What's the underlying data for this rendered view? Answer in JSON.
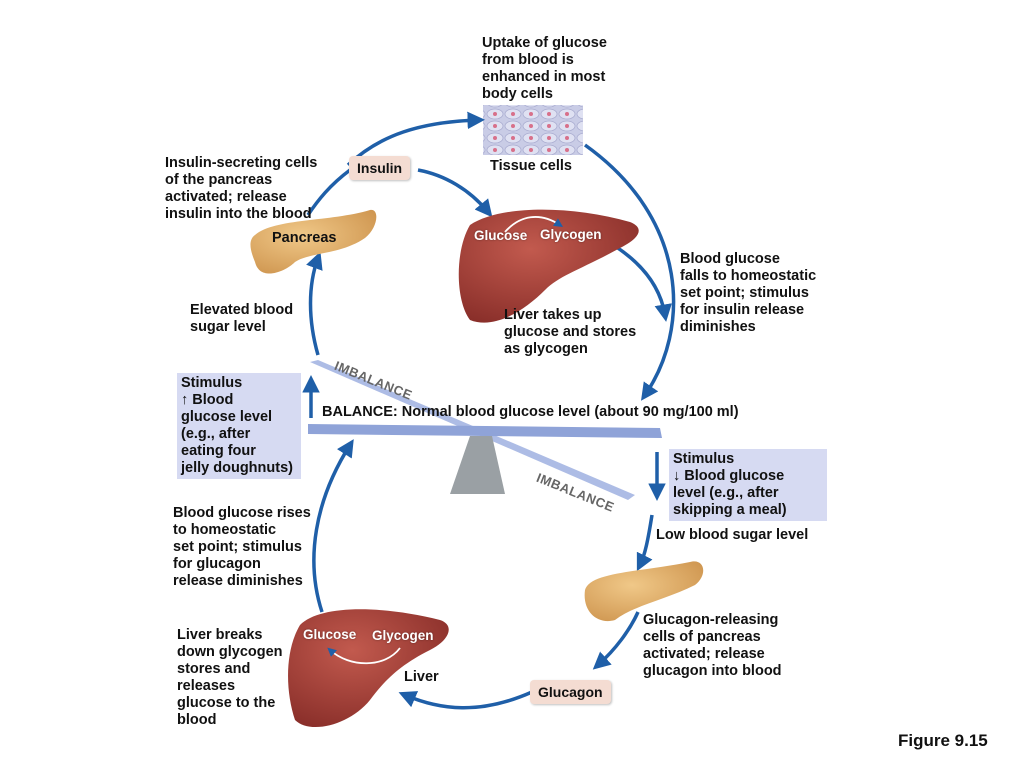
{
  "figure_label": "Figure 9.15",
  "colors": {
    "arrow": "#1f5fa8",
    "liver": "#a8413a",
    "pancreas": "#e2b06a",
    "balance_beam": "#8fa3d8",
    "fulcrum": "#9aa0a4",
    "stimulus_box": "#d6daf2",
    "hormone_tag": "#f4dcd2"
  },
  "top_loop": {
    "tissue_caption": "Uptake of glucose\nfrom blood is\nenhanced in most\nbody cells",
    "tissue_label": "Tissue cells",
    "insulin_secretion": "Insulin-secreting cells\nof the pancreas\nactivated; release\ninsulin into the blood",
    "hormone": "Insulin",
    "pancreas_label": "Pancreas",
    "liver_glucose": "Glucose",
    "liver_glycogen": "Glycogen",
    "liver_caption": "Liver takes up\nglucose and stores\nas glycogen",
    "feedback": "Blood glucose\nfalls to homeostatic\nset point; stimulus\nfor insulin release\ndiminishes",
    "elevated": "Elevated blood\nsugar level",
    "stimulus": "Stimulus\n↑ Blood\nglucose level\n(e.g., after\neating four\njelly doughnuts)"
  },
  "balance": {
    "label": "BALANCE: Normal blood glucose level (about 90 mg/100 ml)",
    "imbalance_top": "IMBALANCE",
    "imbalance_bottom": "IMBALANCE"
  },
  "bottom_loop": {
    "stimulus": "Stimulus\n↓ Blood glucose\nlevel (e.g., after\nskipping a meal)",
    "low": "Low blood sugar level",
    "glucagon_release": "Glucagon-releasing\ncells of pancreas\nactivated; release\nglucagon into blood",
    "hormone": "Glucagon",
    "liver_label": "Liver",
    "liver_glucose": "Glucose",
    "liver_glycogen": "Glycogen",
    "liver_caption": "Liver breaks\ndown glycogen\nstores and\nreleases\nglucose to the\nblood",
    "feedback": "Blood glucose rises\nto homeostatic\nset point; stimulus\nfor glucagon\nrelease diminishes"
  }
}
